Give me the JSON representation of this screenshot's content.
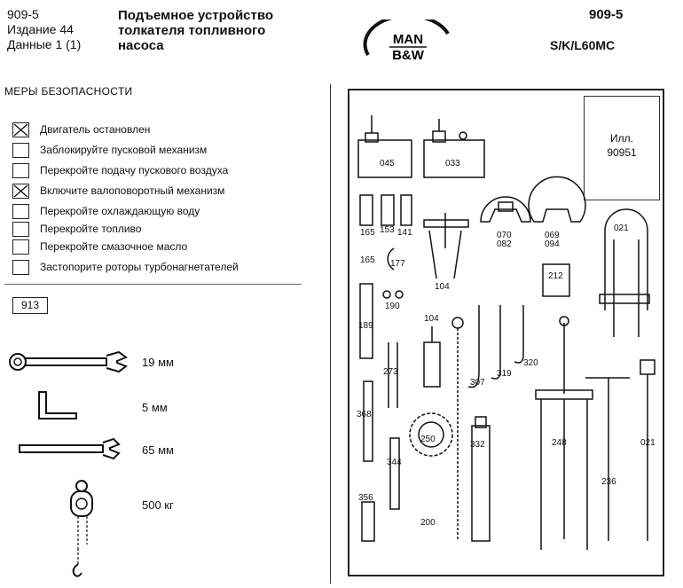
{
  "header": {
    "doc_number": "909-5",
    "edition": "Издание 44",
    "data": "Данные 1 (1)",
    "title_line1": "Подъемное устройство",
    "title_line2": "толкателя топливного",
    "title_line3": "насоса",
    "right_number": "909-5",
    "engine_type": "S/K/L60MC",
    "logo_top": "MAN",
    "logo_bottom": "B&W"
  },
  "safety": {
    "heading": "МЕРЫ БЕЗОПАСНОСТИ",
    "items": [
      {
        "label": "Двигатель остановлен",
        "checked": true
      },
      {
        "label": "Заблокируйте пусковой механизм",
        "checked": false
      },
      {
        "label": "Перекройте подачу пускового воздуха",
        "checked": false
      },
      {
        "label": "Включите валоповоротный механизм",
        "checked": true
      },
      {
        "label": "Перекройте охлаждающую воду",
        "checked": false
      },
      {
        "label": "Перекройте топливо",
        "checked": false
      },
      {
        "label": "Перекройте смазочное масло",
        "checked": false
      },
      {
        "label": "Застопорите роторы турбонагнетателей",
        "checked": false
      }
    ]
  },
  "tools": {
    "tool_number": "913",
    "items": [
      {
        "icon": "combination-wrench-icon",
        "size": "19 мм"
      },
      {
        "icon": "hex-key-icon",
        "size": "5 мм"
      },
      {
        "icon": "open-end-wrench-icon",
        "size": "65 мм"
      },
      {
        "icon": "chain-hoist-icon",
        "size": "500 кг"
      }
    ]
  },
  "illustration": {
    "label": "Илл.",
    "number": "90951",
    "part_labels": [
      "045",
      "033",
      "165",
      "153",
      "141",
      "070",
      "082",
      "069",
      "094",
      "021",
      "165",
      "177",
      "104",
      "212",
      "190",
      "189",
      "104",
      "273",
      "307",
      "319",
      "320",
      "368",
      "250",
      "332",
      "248",
      "236",
      "021",
      "344",
      "356",
      "200"
    ]
  }
}
